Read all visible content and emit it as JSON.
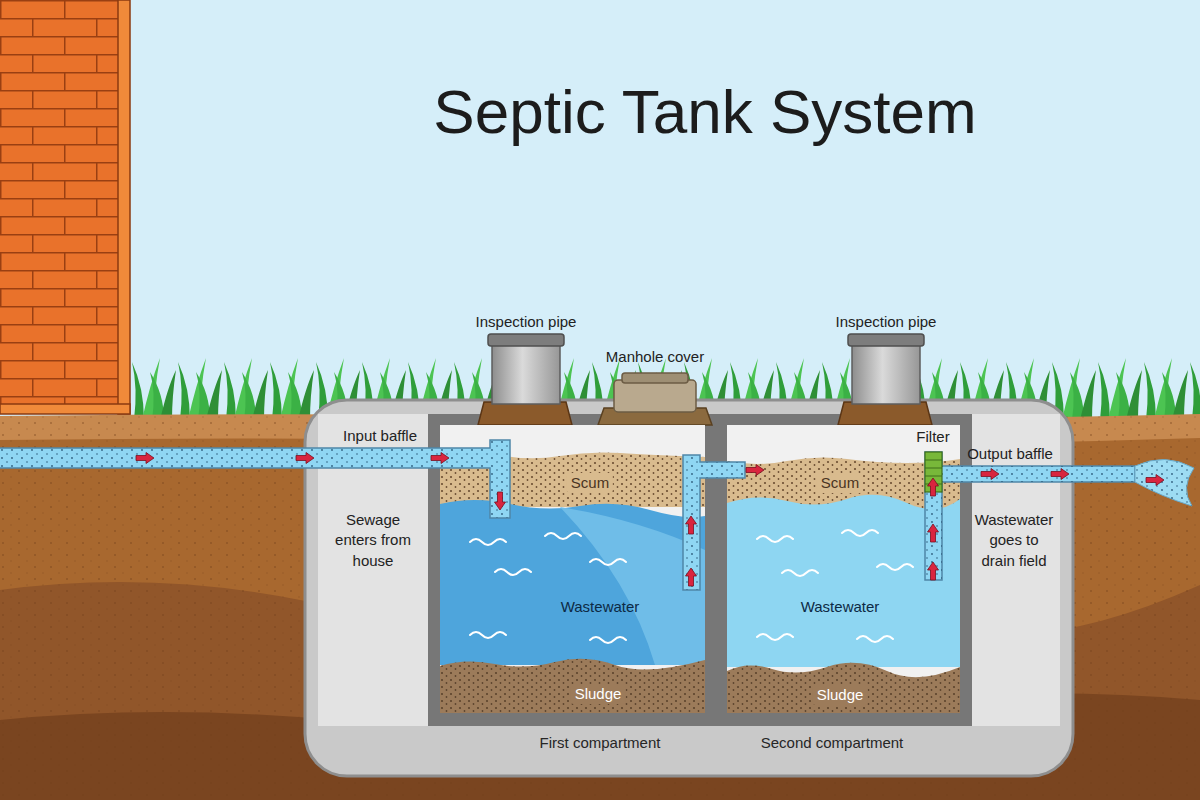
{
  "diagram": {
    "title": "Septic Tank System",
    "nodes": [
      {
        "text": [
          "First compartment"
        ]
      },
      {
        "text": [
          "Scum"
        ],
        "in": 0
      },
      {
        "text": [
          "Wastewater"
        ],
        "in": 0
      },
      {
        "text": [
          "Sludge"
        ],
        "in": 0
      },
      {
        "text": [
          "Second compartment"
        ]
      },
      {
        "text": [
          "Scum"
        ],
        "in": 4
      },
      {
        "text": [
          "Wastewater"
        ],
        "in": 4
      },
      {
        "text": [
          "Sludge"
        ],
        "in": 4
      }
    ],
    "labels": [
      "Inspection pipe",
      "Manhole cover",
      "Inspection pipe",
      "Input baffle",
      "Filter",
      "Output baffle",
      "Sewage enters from house",
      "Wastewater goes to drain field"
    ]
  }
}
